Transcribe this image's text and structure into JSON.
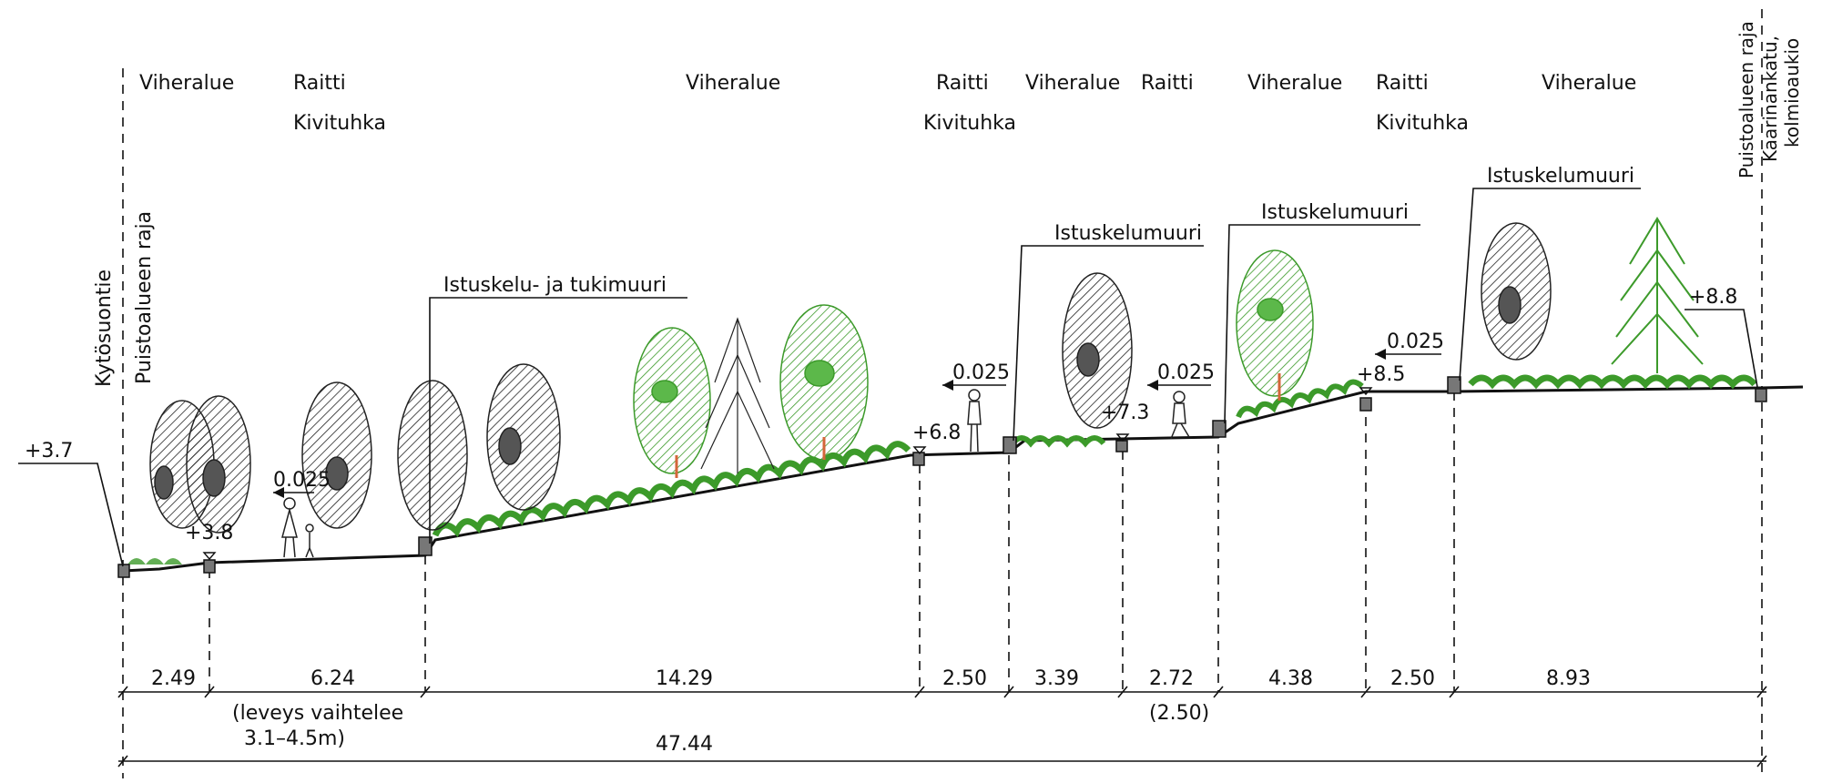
{
  "zone_labels": {
    "viheralue_1": "Viheralue",
    "raitti_1": "Raitti",
    "kivituhka_1": "Kivituhka",
    "viheralue_2": "Viheralue",
    "raitti_2": "Raitti",
    "kivituhka_2": "Kivituhka",
    "viheralue_3": "Viheralue",
    "raitti_3": "Raitti",
    "viheralue_4": "Viheralue",
    "raitti_4": "Raitti",
    "kivituhka_3": "Kivituhka",
    "viheralue_5": "Viheralue"
  },
  "callouts": {
    "wall_1": "Istuskelu- ja tukimuuri",
    "wall_2": "Istuskelumuuri",
    "wall_3": "Istuskelumuuri",
    "wall_4": "Istuskelumuuri"
  },
  "boundaries": {
    "left_road": "Kytösuontie",
    "left_border": "Puistoalueen raja",
    "right_border": "Puistoalueen raja",
    "right_street": "Kaarinankatu,",
    "right_square": "kolmioaukio"
  },
  "elevations": {
    "e1": "+3.7",
    "e2": "+3.8",
    "e3": "+6.8",
    "e4": "+7.3",
    "e5": "+8.5",
    "e6": "+8.8"
  },
  "slopes": {
    "s1": "0.025",
    "s2": "0.025",
    "s3": "0.025",
    "s4": "0.025"
  },
  "dimensions": {
    "d1": "2.49",
    "d2": "6.24",
    "d3": "14.29",
    "d4": "2.50",
    "d5": "3.39",
    "d6": "2.72",
    "d7": "4.38",
    "d8": "2.50",
    "d9": "8.93",
    "total": "47.44",
    "note_1": "(leveys vaihtelee",
    "note_2": "3.1–4.5m)",
    "note_3": "(2.50)"
  },
  "colors": {
    "vegetation": "#3c9a2a",
    "tree_green": "#5cb84a",
    "line": "#111111",
    "wall": "#777777"
  }
}
